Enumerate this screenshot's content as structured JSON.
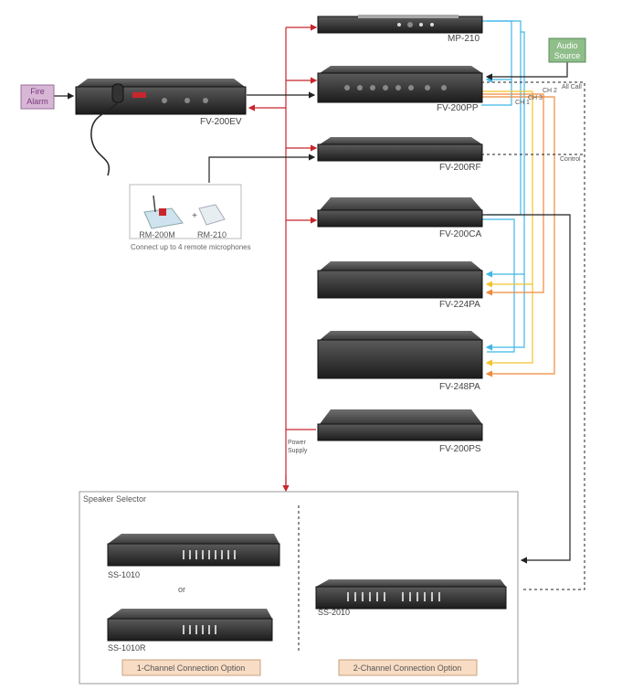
{
  "devices": {
    "mp210": "MP-210",
    "fv200pp": "FV-200PP",
    "fv200ev": "FV-200EV",
    "fv200rf": "FV-200RF",
    "fv200ca": "FV-200CA",
    "fv224pa": "FV-224PA",
    "fv248pa": "FV-248PA",
    "fv200ps": "FV-200PS",
    "ss1010": "SS-1010",
    "ss1010r": "SS-1010R",
    "ss2010": "SS-2010"
  },
  "inputs": {
    "fire_alarm": [
      "Fire",
      "Alarm"
    ],
    "audio_source": [
      "Audio",
      "Source"
    ]
  },
  "mics": {
    "rm200m": "RM-200M",
    "plus": "+",
    "rm210": "RM-210",
    "caption": "Connect up to 4 remote microphones"
  },
  "labels": {
    "all_call": "All Call",
    "control": "Control",
    "ch1": "CH 1",
    "ch2": "CH 2",
    "ch3": "CH 3",
    "power": [
      "Power",
      "Supply"
    ],
    "speaker_selector": "Speaker Selector",
    "or": "or",
    "opt1": "1-Channel Connection Option",
    "opt2": "2-Channel Connection Option"
  },
  "colors": {
    "red": "#c8262c",
    "blue": "#3fb6e8",
    "yellow": "#f2c42c",
    "orange": "#ef8a3c",
    "fire_bg": "#d7b6d6",
    "audio_bg": "#8fbe8a",
    "option_bg": "#f8dcc4"
  }
}
